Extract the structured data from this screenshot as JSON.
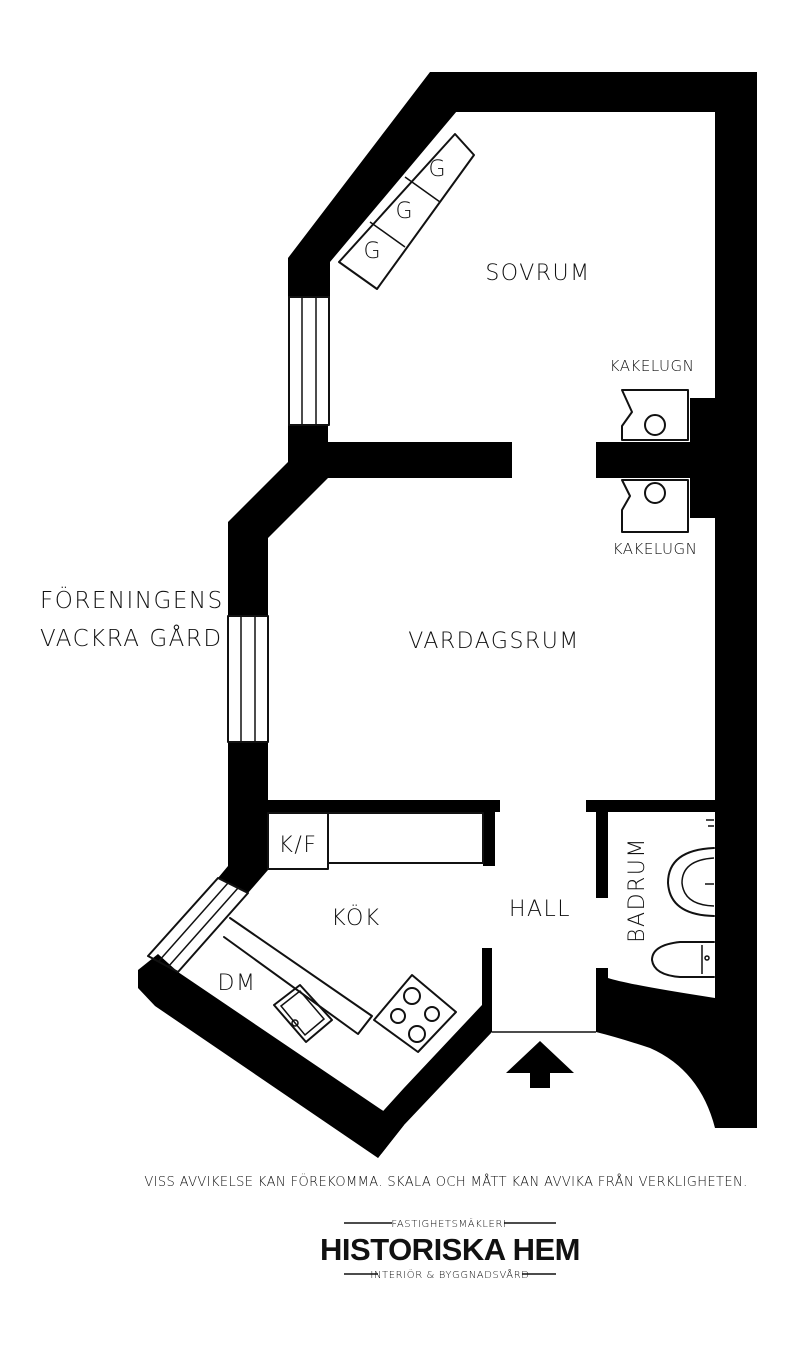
{
  "rooms": {
    "sovrum": "SOVRUM",
    "vardagsrum": "VARDAGSRUM",
    "kok": "KÖK",
    "hall": "HALL",
    "badrum": "BADRUM",
    "kf": "K/F",
    "dm": "DM",
    "kakelugn_top": "KAKELUGN",
    "kakelugn_bottom": "KAKELUGN",
    "wardrobe_marks": [
      "G",
      "G",
      "G"
    ]
  },
  "outside": {
    "line1": "FÖRENINGENS",
    "line2": "VACKRA GÅRD"
  },
  "disclaimer": "VISS AVVIKELSE KAN FÖREKOMMA. SKALA OCH MÅTT KAN AVVIKA FRÅN VERKLIGHETEN.",
  "logo": {
    "top": "FASTIGHETSMÄKLERI",
    "main": "HISTORISKA HEM",
    "bottom": "INTERIÖR & BYGGNADSVÅRD"
  },
  "icons": [
    "entrance-arrow-icon",
    "stove-icon",
    "sink-icon",
    "toilet-icon",
    "washbasin-icon",
    "tiled-stove-icon"
  ]
}
